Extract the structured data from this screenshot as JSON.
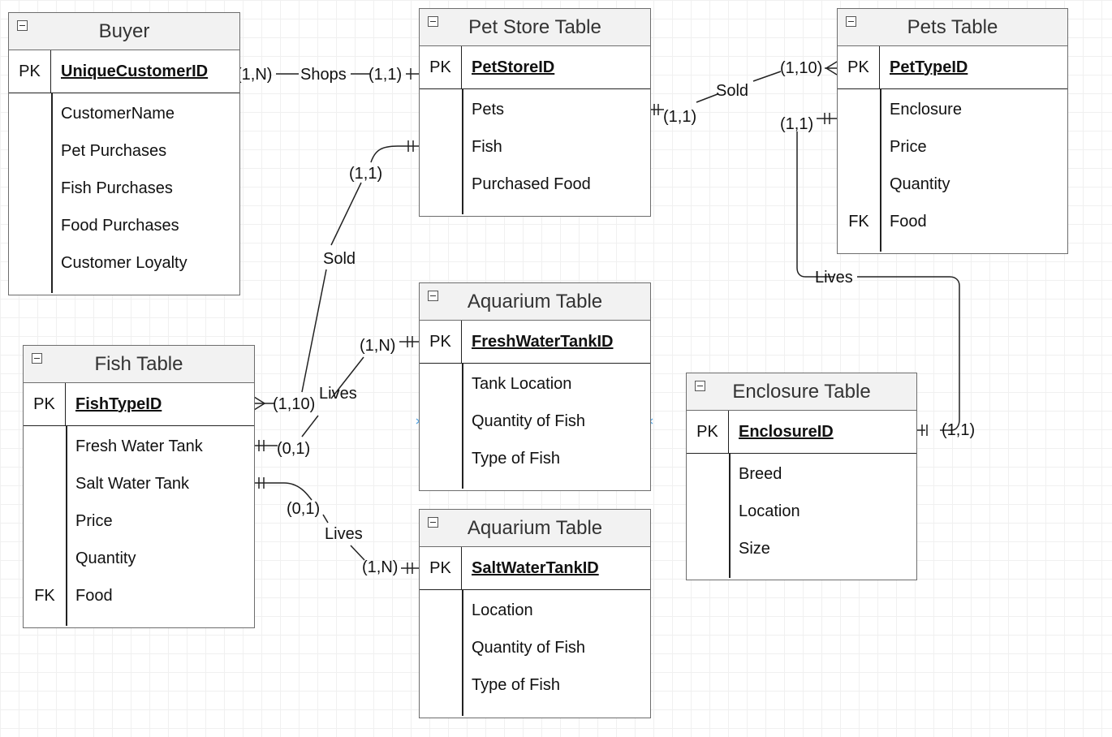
{
  "entities": {
    "buyer": {
      "title": "Buyer",
      "pk_label": "PK",
      "pk": "UniqueCustomerID",
      "fields": [
        "CustomerName",
        "Pet Purchases",
        "Fish Purchases",
        "Food Purchases",
        "Customer Loyalty"
      ]
    },
    "pet_store": {
      "title": "Pet Store Table",
      "pk_label": "PK",
      "pk": "PetStoreID",
      "fields": [
        "Pets",
        "Fish",
        "Purchased Food"
      ]
    },
    "pets": {
      "title": "Pets Table",
      "pk_label": "PK",
      "pk": "PetTypeID",
      "fields": [
        "Enclosure",
        "Price",
        "Quantity",
        "Food"
      ],
      "fk_label": "FK"
    },
    "aquarium_fresh": {
      "title": "Aquarium Table",
      "pk_label": "PK",
      "pk": "FreshWaterTankID",
      "fields": [
        "Tank Location",
        "Quantity of Fish",
        "Type of Fish"
      ]
    },
    "fish": {
      "title": "Fish Table",
      "pk_label": "PK",
      "pk": "FishTypeID",
      "fields": [
        "Fresh Water Tank",
        "Salt Water Tank",
        "Price",
        "Quantity",
        "Food"
      ],
      "fk_label": "FK"
    },
    "enclosure": {
      "title": "Enclosure Table",
      "pk_label": "PK",
      "pk": "EnclosureID",
      "fields": [
        "Breed",
        "Location",
        "Size"
      ]
    },
    "aquarium_salt": {
      "title": "Aquarium Table",
      "pk_label": "PK",
      "pk": "SaltWaterTankID",
      "fields": [
        "Location",
        "Quantity of Fish",
        "Type of Fish"
      ]
    }
  },
  "relationships": {
    "shops": {
      "label": "Shops",
      "from_card": "(1,N)",
      "to_card": "(1,1)"
    },
    "sold_store_pets": {
      "label": "Sold",
      "from_card": "(1,1)",
      "to_card": "(1,10)"
    },
    "sold_fish_store": {
      "label": "Sold",
      "from_card": "(1,10)",
      "to_card": "(1,1)"
    },
    "lives_fish_fresh": {
      "label": "Lives",
      "from_card": "(0,1)",
      "to_card": "(1,N)"
    },
    "lives_fish_salt": {
      "label": "Lives",
      "from_card": "(0,1)",
      "to_card": "(1,N)"
    },
    "lives_pets_enclosure": {
      "label": "Lives",
      "from_card": "(1,1)",
      "to_card": "(1,1)"
    }
  }
}
